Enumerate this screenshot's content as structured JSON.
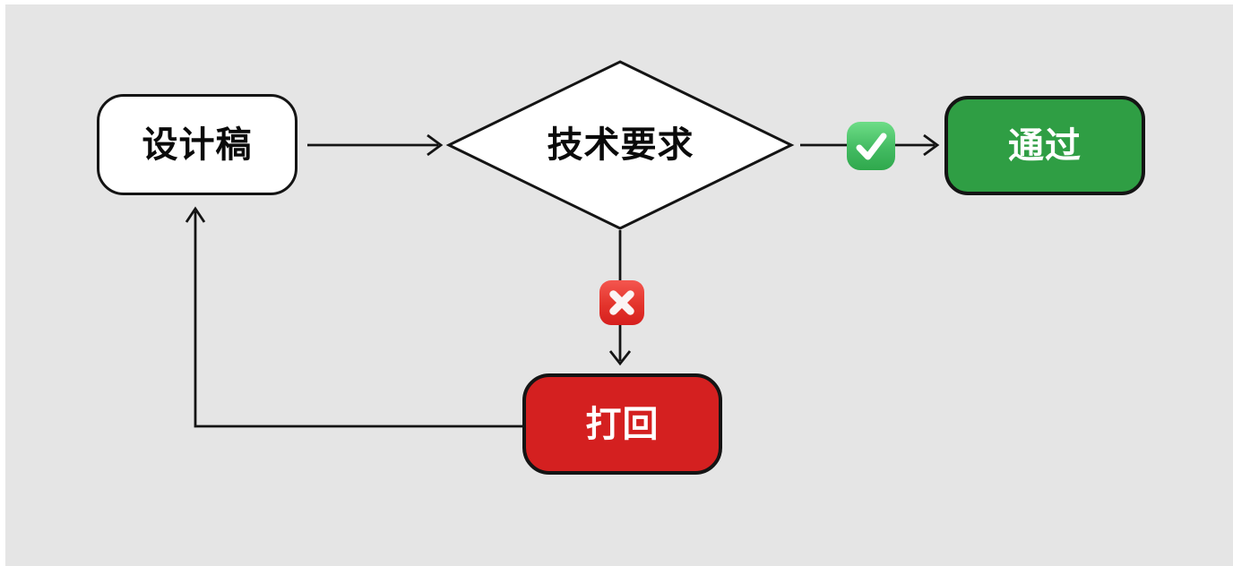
{
  "canvas": {
    "background_color": "#e5e5e5",
    "page_color": "#ffffff",
    "stroke_color": "#141414"
  },
  "nodes": {
    "design": {
      "label": "设计稿",
      "shape": "rounded-rect",
      "fill": "#ffffff",
      "text_color": "#0a0a0a"
    },
    "decision": {
      "label": "技术要求",
      "shape": "diamond",
      "fill": "#ffffff",
      "text_color": "#0a0a0a"
    },
    "pass": {
      "label": "通过",
      "shape": "rounded-rect",
      "fill": "#2f9e44",
      "text_color": "#ffffff"
    },
    "reject": {
      "label": "打回",
      "shape": "rounded-rect",
      "fill": "#d42020",
      "text_color": "#ffffff"
    }
  },
  "edges": [
    {
      "id": "design-to-decision",
      "from": "设计稿",
      "to": "技术要求",
      "marker": ""
    },
    {
      "id": "decision-to-pass",
      "from": "技术要求",
      "to": "通过",
      "marker": "✅"
    },
    {
      "id": "decision-to-reject",
      "from": "技术要求",
      "to": "打回",
      "marker": "❌"
    },
    {
      "id": "reject-to-design",
      "from": "打回",
      "to": "设计稿",
      "marker": ""
    }
  ],
  "icons": {
    "check_badge": {
      "glyph": "✅",
      "name": "check-mark-button-emoji",
      "color_top": "#6edd87",
      "color_bottom": "#2fa84c"
    },
    "cross_badge": {
      "glyph": "❌",
      "name": "cross-mark-emoji",
      "color_top": "#f4564f",
      "color_bottom": "#d61f1e"
    }
  }
}
